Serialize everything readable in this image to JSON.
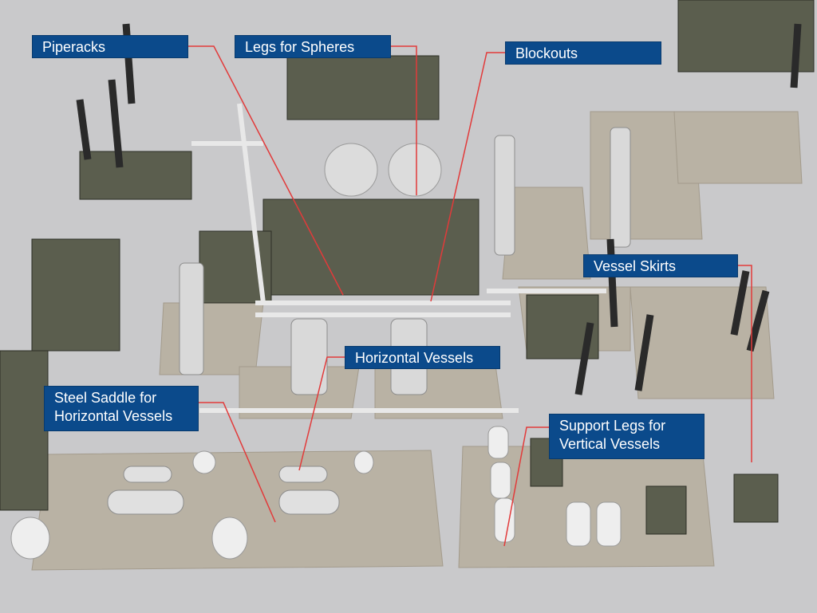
{
  "labels": {
    "piperacks": "Piperacks",
    "legs_for_spheres": "Legs for Spheres",
    "blockouts": "Blockouts",
    "vessel_skirts": "Vessel Skirts",
    "horizontal_vessels": "Horizontal Vessels",
    "steel_saddle_line1": "Steel Saddle for",
    "steel_saddle_line2": "Horizontal Vessels",
    "support_legs_line1": "Support Legs for",
    "support_legs_line2": "Vertical Vessels"
  },
  "colors": {
    "label_bg": "#0b4a8b",
    "leader": "#e23a3a",
    "ground": "#c9c9cb",
    "pad": "#b9b2a4"
  }
}
